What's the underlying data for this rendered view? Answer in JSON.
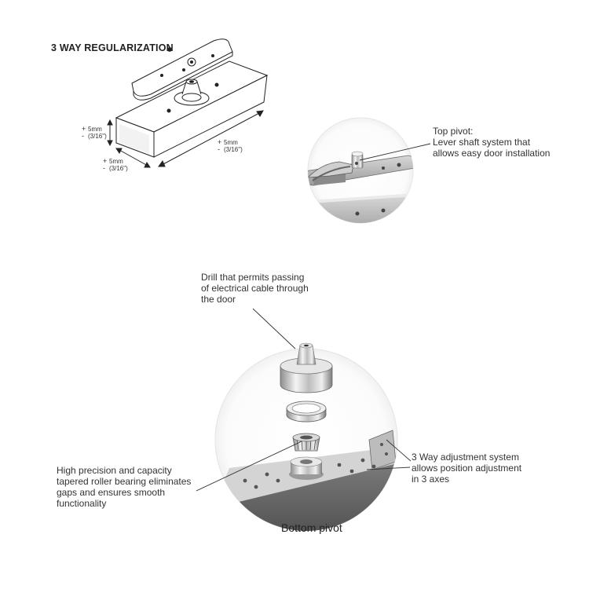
{
  "title": "3 WAY REGULARIZATION",
  "dimensions": {
    "height": {
      "value": "5mm",
      "fraction": "(3/16\")",
      "plus": "+",
      "minus": "-"
    },
    "width": {
      "value": "5mm",
      "fraction": "(3/16\")",
      "plus": "+",
      "minus": "-"
    },
    "length": {
      "value": "5mm",
      "fraction": "(3/16\")",
      "plus": "+",
      "minus": "-"
    }
  },
  "top_pivot": {
    "heading": "Top pivot:",
    "line1": "Lever shaft system that",
    "line2": "allows easy door installation"
  },
  "drill": {
    "line1": "Drill that permits passing",
    "line2": "of electrical cable through",
    "line3": "the door"
  },
  "bearing": {
    "line1": "High precision and capacity",
    "line2": "tapered roller bearing eliminates",
    "line3": "gaps and ensures smooth",
    "line4": "functionality"
  },
  "adjustment": {
    "line1": "3 Way adjustment system",
    "line2": "allows position adjustment",
    "line3": "in 3 axes"
  },
  "bottom_pivot_caption": "Bottom pivot"
}
